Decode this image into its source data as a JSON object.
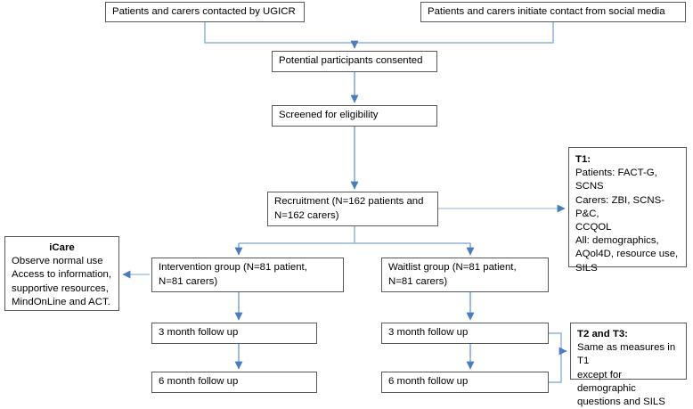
{
  "diagram": {
    "title": "Study flow diagram",
    "line_color": "#7BA7D7",
    "box_border_color": "#585858",
    "nodes": {
      "contacted_ugicr": {
        "text": "Patients and carers contacted by UGICR"
      },
      "social_media": {
        "text": "Patients and carers initiate contact from social media"
      },
      "consented": {
        "text": "Potential participants consented"
      },
      "screened": {
        "text": "Screened for eligibility"
      },
      "recruitment": {
        "line1": "Recruitment (N=162 patients and",
        "line2": "N=162 carers)"
      },
      "t1": {
        "title": "T1:",
        "line1": "Patients: FACT-G, SCNS",
        "line2": "Carers: ZBI, SCNS-P&C,",
        "line3": "CCQOL",
        "line4": "All: demographics,",
        "line5": "AQol4D, resource use,",
        "line6": "SILS"
      },
      "icare": {
        "title": "iCare",
        "line1": "Observe normal use",
        "line2": "Access to information,",
        "line3": "supportive resources,",
        "line4": "MindOnLine and ACT."
      },
      "intervention": {
        "line1": "Intervention group (N=81 patient,",
        "line2": "N=81 carers)"
      },
      "waitlist": {
        "line1": "Waitlist group (N=81 patient,",
        "line2": "N=81 carers)"
      },
      "intervention_3month": {
        "text": "3 month follow up"
      },
      "intervention_6month": {
        "text": "6 month follow up"
      },
      "waitlist_3month": {
        "text": "3 month follow up"
      },
      "waitlist_6month": {
        "text": "6 month follow up"
      },
      "t2_t3": {
        "title": "T2 and T3:",
        "line1": "Same as measures in T1",
        "line2": "except for demographic",
        "line3": "questions and SILS"
      }
    },
    "edges": [
      {
        "from": "contacted_ugicr",
        "to": "consented",
        "style": "elbow-merge"
      },
      {
        "from": "social_media",
        "to": "consented",
        "style": "elbow-merge"
      },
      {
        "from": "consented",
        "to": "screened",
        "style": "vertical-arrow"
      },
      {
        "from": "screened",
        "to": "recruitment",
        "style": "vertical-arrow"
      },
      {
        "from": "recruitment",
        "to": "t1",
        "style": "horizontal-arrow-right"
      },
      {
        "from": "recruitment",
        "to": "intervention",
        "style": "elbow-split"
      },
      {
        "from": "recruitment",
        "to": "waitlist",
        "style": "elbow-split"
      },
      {
        "from": "intervention",
        "to": "icare",
        "style": "horizontal-arrow-left"
      },
      {
        "from": "intervention",
        "to": "intervention_3month",
        "style": "vertical-arrow"
      },
      {
        "from": "intervention_3month",
        "to": "intervention_6month",
        "style": "vertical-arrow"
      },
      {
        "from": "waitlist",
        "to": "waitlist_3month",
        "style": "vertical-arrow"
      },
      {
        "from": "waitlist_3month",
        "to": "waitlist_6month",
        "style": "vertical-arrow"
      },
      {
        "from": "waitlist_3month",
        "to": "t2_t3",
        "style": "elbow-merge-right"
      },
      {
        "from": "waitlist_6month",
        "to": "t2_t3",
        "style": "elbow-merge-right"
      }
    ]
  }
}
